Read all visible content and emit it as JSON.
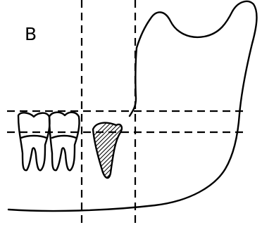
{
  "figure": {
    "panel_label": "B",
    "ink_color": "#000000",
    "background_color": "#ffffff",
    "elements": {
      "molars": "two-erupted-molar-teeth",
      "third_molar": "impacted-third-molar-hatched",
      "mandible": "mandible-ramus-outline",
      "guides": "dashed-reference-lines"
    }
  }
}
